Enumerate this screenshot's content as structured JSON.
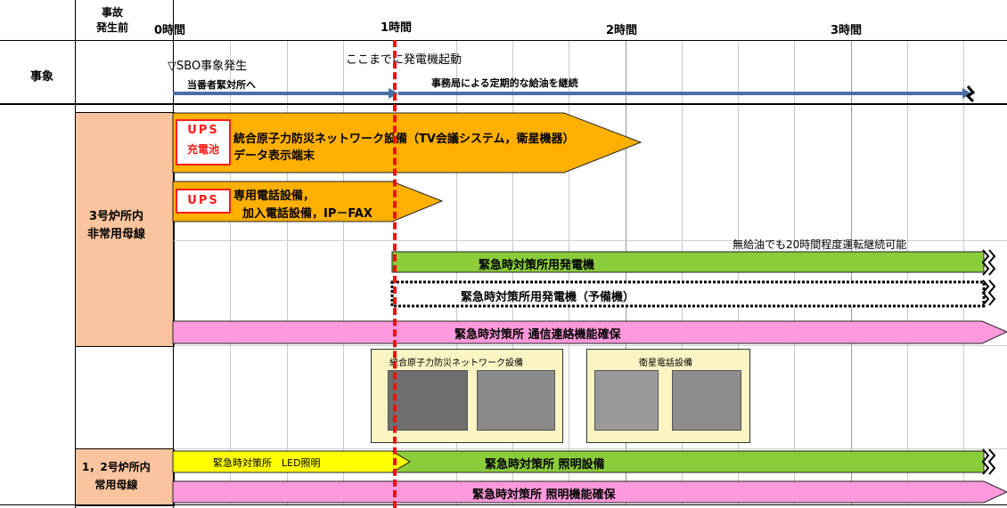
{
  "header": {
    "before_accident": "事故\n発生前",
    "times": [
      "0時間",
      "1時間",
      "2時間",
      "3時間"
    ]
  },
  "events_row": {
    "label": "事象",
    "sbo": "▽SBO事象発生",
    "generator_start": "ここまでに発電機起動",
    "to_emergency_room": "当番者緊対所へ",
    "refueling": "事務局による定期的な給油を継続"
  },
  "unit3_bus": {
    "label": "3号炉所内\n非常用母線",
    "ups1": "UPS",
    "battery": "充電池",
    "network_equipment": "統合原子力防災ネットワーク設備（TV会議システム，衛星機器）",
    "display_terminal": "データ表示端末",
    "ups2": "UPS",
    "dedicated_phone": "専用電話設備，",
    "subscriber_phone": "加入電話設備，IP－FAX",
    "no_refuel_note": "無給油でも20時間程度運転継続可能",
    "generator_main": "緊急時対策所用発電機",
    "generator_spare": "緊急時対策所用発電機（予備機）",
    "comm_function": "緊急時対策所 通信連絡機能確保"
  },
  "photos": {
    "network_title": "統合原子力防災ネットワーク設備",
    "satellite_title": "衛星電話設備"
  },
  "unit12_bus": {
    "label": "1，2号炉所内\n常用母線",
    "led_lighting": "緊急時対策所　LED照明",
    "lighting_equipment": "緊急時対策所 照明設備",
    "lighting_function": "緊急時対策所 照明機能確保"
  },
  "colors": {
    "orange": "#ffb000",
    "green": "#8bcc3a",
    "pink": "#ff99dd",
    "yellow": "#ffff00",
    "label_fill": "#f9c49e",
    "timeline_blue": "#4a6fa6",
    "dashed_red": "#ee1111"
  }
}
